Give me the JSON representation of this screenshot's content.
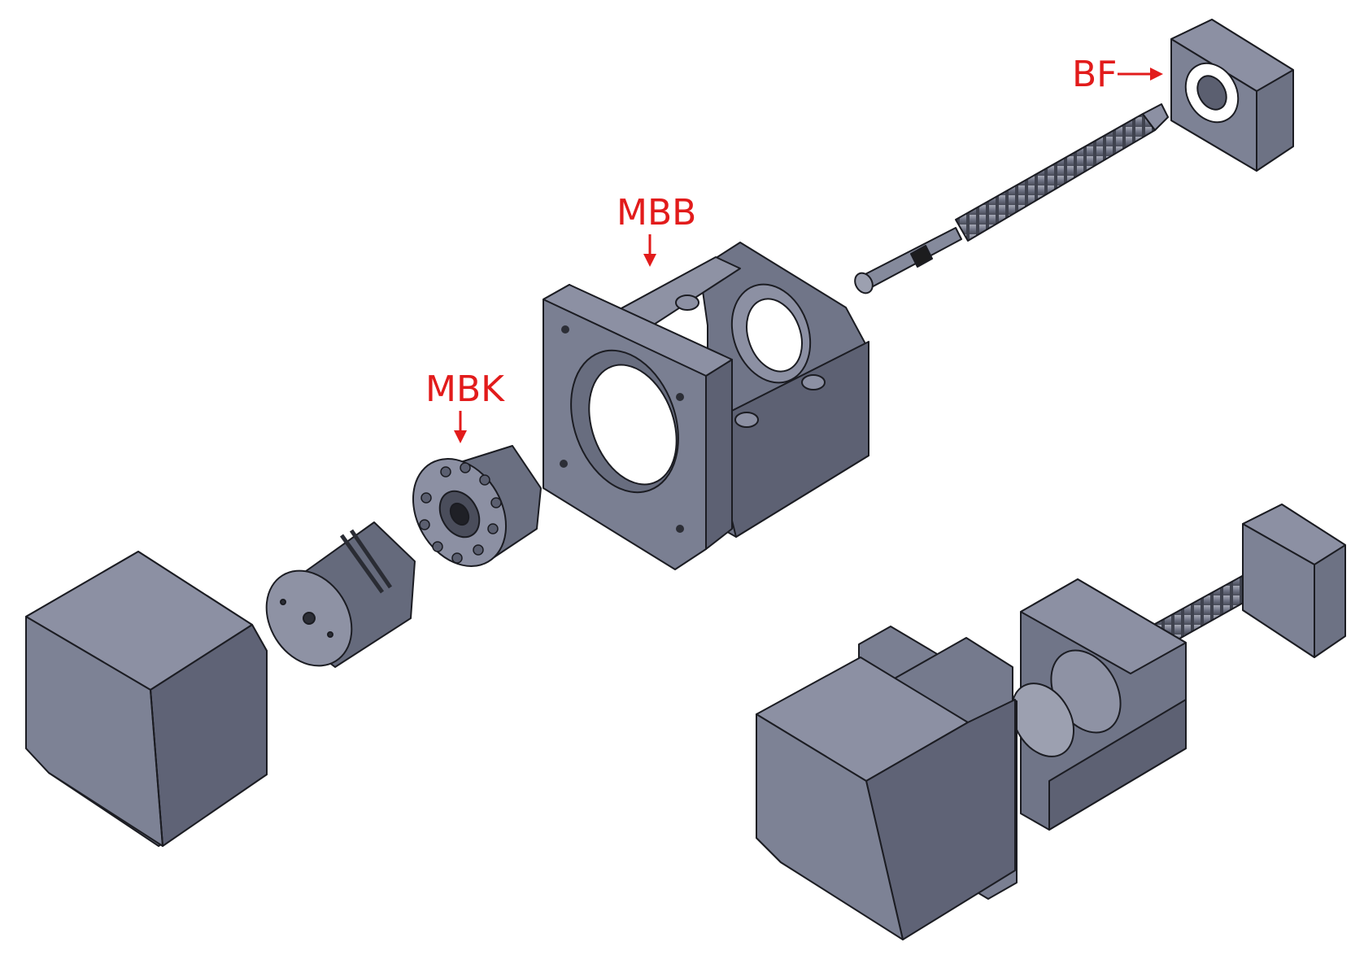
{
  "labels": {
    "bf": "BF",
    "mbb": "MBB",
    "mbk": "MBK"
  },
  "colors": {
    "callout": "#e21b1b",
    "face_light": "#8c90a3",
    "face_mid": "#757a8d",
    "face_dark": "#5f6376",
    "outline": "#1b1c22",
    "shaft_dark": "#1c1c1e"
  }
}
